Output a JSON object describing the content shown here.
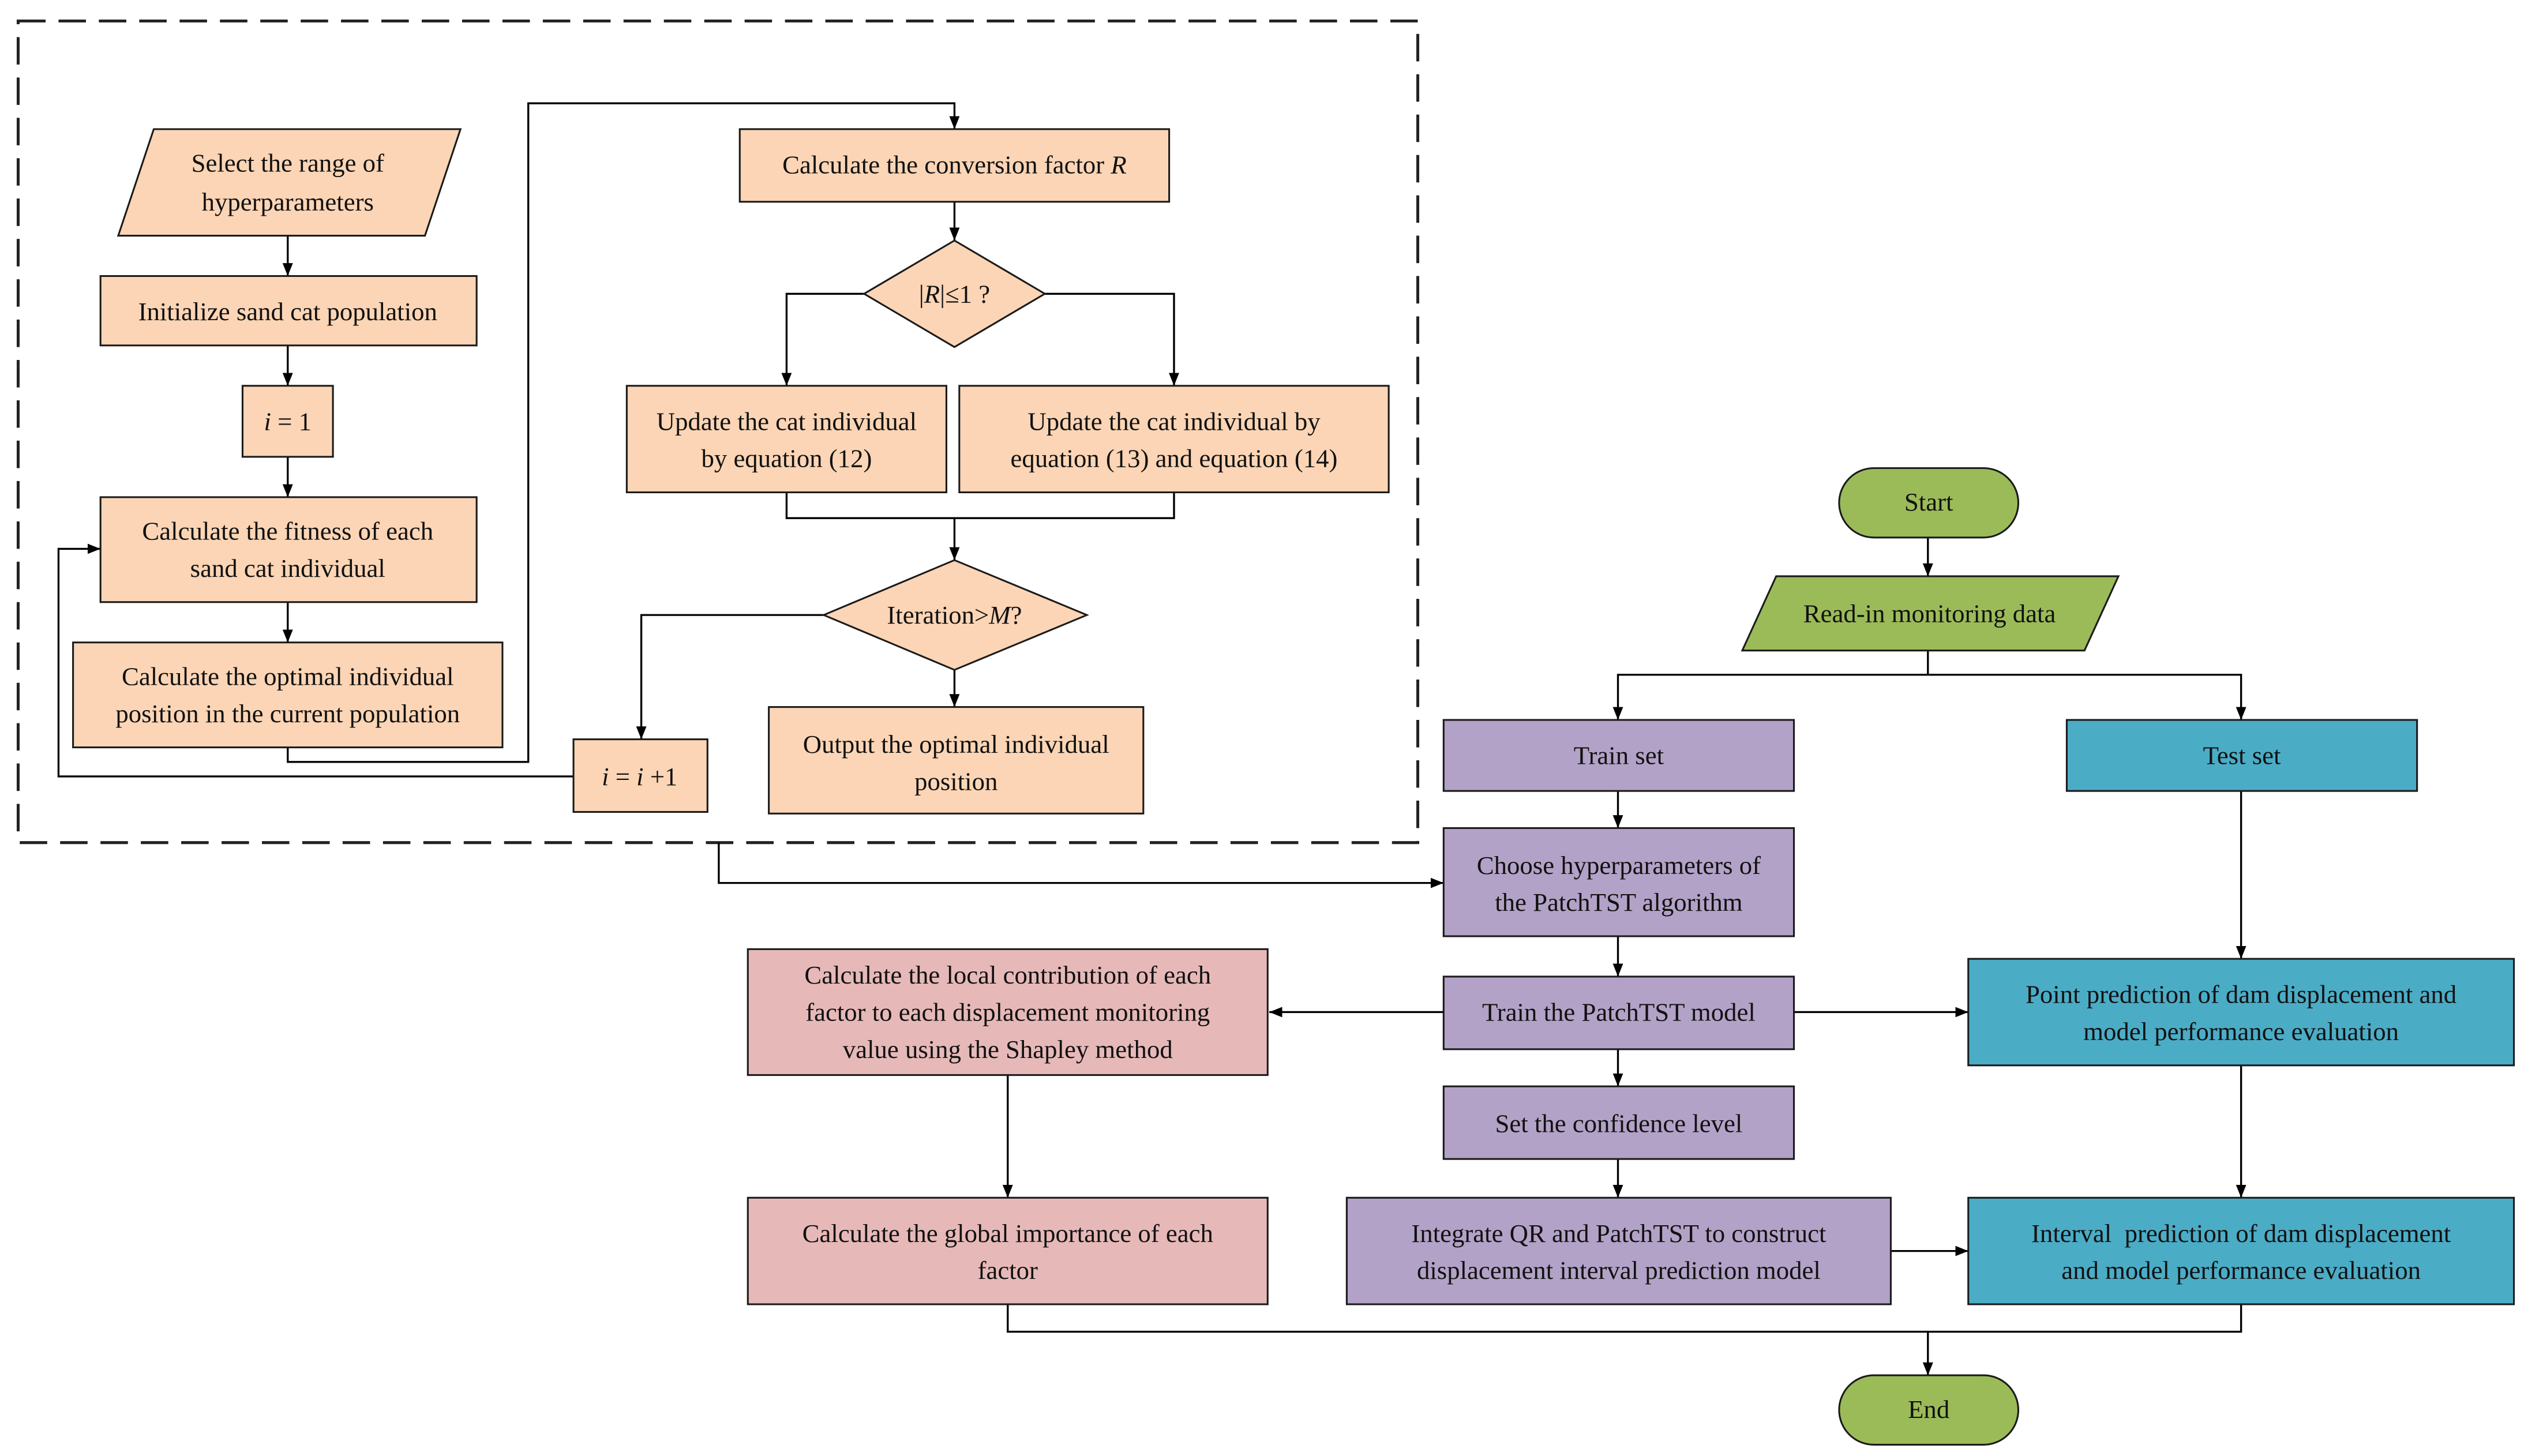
{
  "colors": {
    "optimization": "#fbd5b5",
    "training": "#b3a2c7",
    "interpretation": "#e6b9b8",
    "prediction": "#4bacc6",
    "terminal": "#9bbb59",
    "stroke": "#000000"
  },
  "optimization_loop": {
    "select_range": [
      "Select the range of",
      "hyperparameters"
    ],
    "init_population": [
      "Initialize sand cat population"
    ],
    "iter_init": {
      "var": "i",
      "rest": " = 1"
    },
    "fitness": [
      "Calculate the fitness of each",
      "sand cat individual"
    ],
    "optimal_position": [
      "Calculate the optimal individual",
      "position in the current population"
    ],
    "conversion_factor": {
      "text": "Calculate the conversion factor ",
      "var": "R"
    },
    "condition_r": {
      "pre": "|",
      "var": "R",
      "post": "|≤1 ?"
    },
    "update_eq12": [
      "Update the cat individual",
      "by equation (12)"
    ],
    "update_eq13_14": [
      "Update the cat individual by",
      "equation (13) and equation (14)"
    ],
    "condition_iter": {
      "pre": "Iteration>",
      "var": "M",
      "post": "?"
    },
    "output_optimal": [
      "Output the optimal individual",
      "position"
    ],
    "iter_increment": {
      "var1": "i",
      "eq": " = ",
      "var2": "i",
      "post": " +1"
    }
  },
  "main_flow": {
    "start": "Start",
    "read_data": "Read-in monitoring data",
    "train_set": "Train set",
    "test_set": "Test set",
    "choose_hyperparams": [
      "Choose hyperparameters of",
      "the PatchTST algorithm"
    ],
    "train_model": "Train the PatchTST model",
    "set_confidence": "Set the confidence level",
    "integrate_qr": [
      "Integrate QR and PatchTST to construct",
      "displacement interval prediction model"
    ],
    "local_contribution": [
      "Calculate the local contribution of each",
      "factor to each displacement monitoring",
      "value using the Shapley method"
    ],
    "global_importance": [
      "Calculate the global importance of each",
      "factor"
    ],
    "point_prediction": [
      "Point prediction of dam displacement and",
      "model performance evaluation"
    ],
    "interval_prediction": [
      "Interval  prediction of dam displacement",
      "and model performance evaluation"
    ],
    "end": "End"
  }
}
